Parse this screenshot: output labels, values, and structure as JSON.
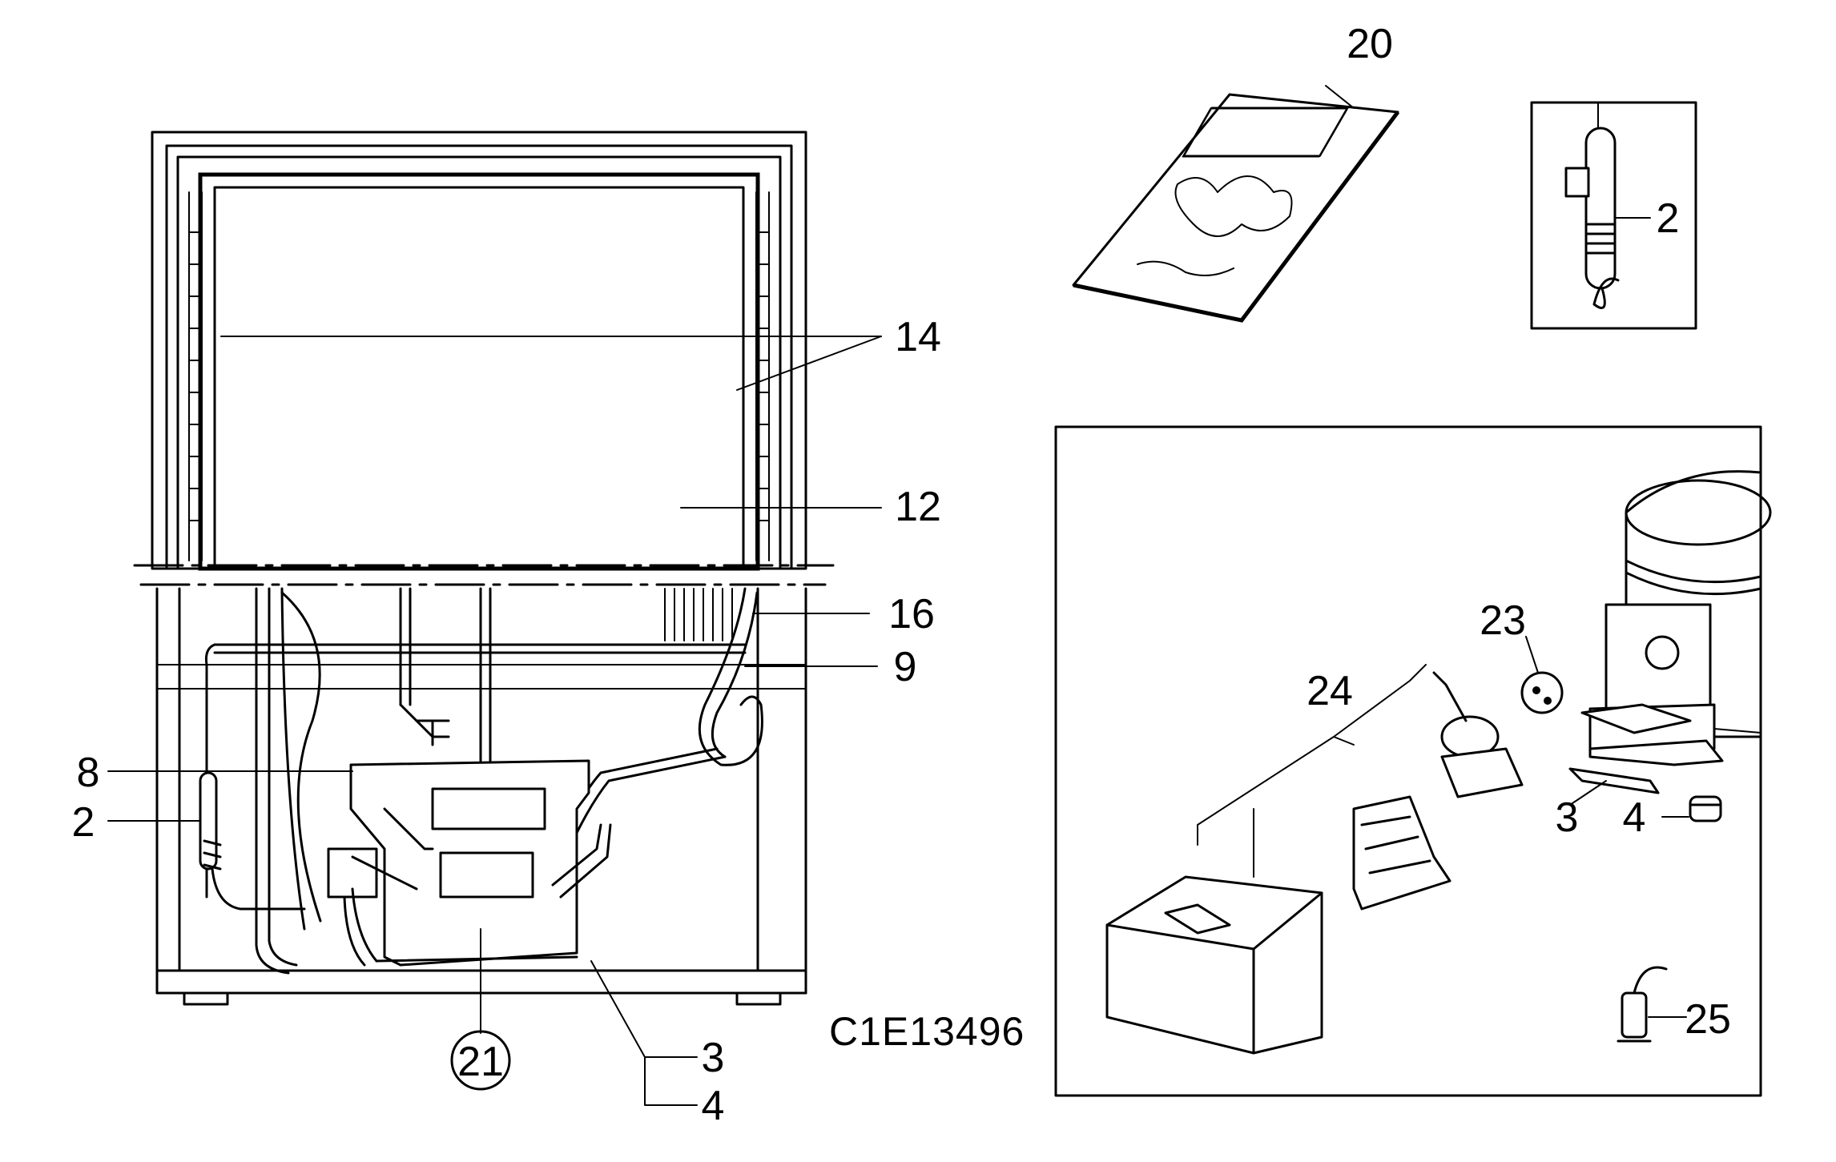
{
  "diagram": {
    "drawing_code": "C1E13496",
    "labels": {
      "l20": "20",
      "l2_inset": "2",
      "l14": "14",
      "l12": "12",
      "l16": "16",
      "l9": "9",
      "l8": "8",
      "l2_main": "2",
      "l21": "21",
      "l3_main": "3",
      "l4_main": "4",
      "l23": "23",
      "l24": "24",
      "l3_detail": "3",
      "l4_detail": "4",
      "l25": "25"
    }
  }
}
